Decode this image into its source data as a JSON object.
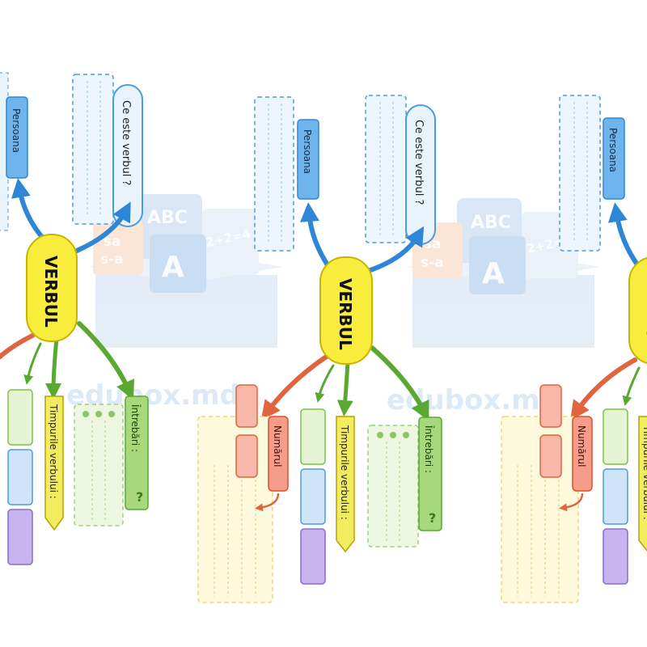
{
  "watermark": {
    "site": "edubox.md",
    "tile_abc": "ABC",
    "tile_letter": "A",
    "tile_math": "2+2=4",
    "tile_syllable_1": "sa",
    "tile_syllable_2": "s-a"
  },
  "map": {
    "center": "VERBUL",
    "person_label": "Persoana",
    "question_label": "Ce este verbul ?",
    "tenses_label": "Timpurile verbului :",
    "questions_label": "Întrebări :",
    "questions_mark": "?",
    "number_label": "Numărul"
  },
  "colors": {
    "blue": "#4a9be0",
    "yellow": "#f5e642",
    "green": "#7cc243",
    "red": "#e8776a",
    "purple": "#a78bd8",
    "watermark": "#d6e6f5"
  }
}
